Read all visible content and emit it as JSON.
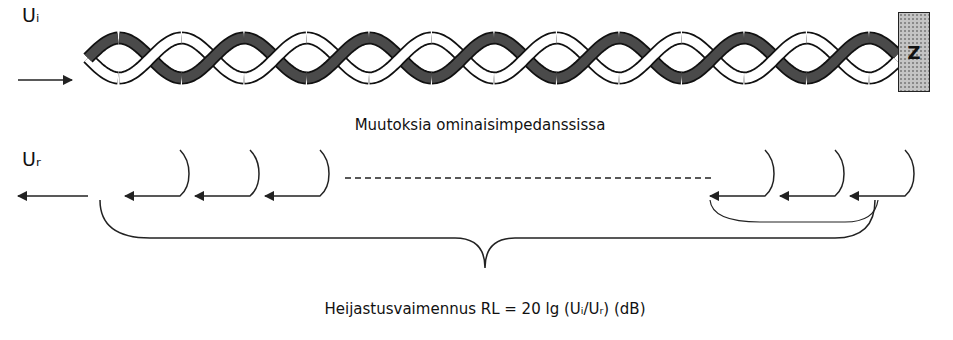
{
  "diagram": {
    "nodes": [
      {
        "text": [
          "Z"
        ]
      }
    ],
    "labels": [
      "Uᵢ",
      "Muutoksia ominaisimpedanssissa",
      "Uᵣ",
      "Heijastusvaimennus RL = 20 lg (Uᵢ/Uᵣ) (dB)"
    ]
  }
}
